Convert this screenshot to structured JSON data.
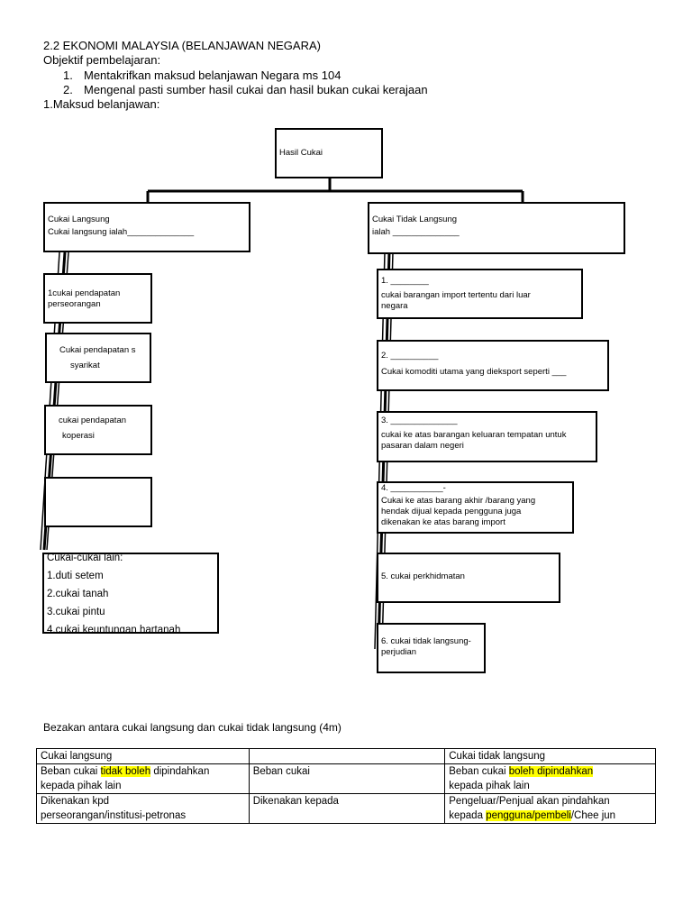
{
  "header": {
    "title": "2.2 EKONOMI MALAYSIA (BELANJAWAN NEGARA)",
    "objective_label": "Objektif pembelajaran:",
    "objectives": [
      {
        "num": "1.",
        "text": "Mentakrifkan maksud belanjawan Negara ms 104"
      },
      {
        "num": "2.",
        "text": "Mengenal pasti sumber hasil cukai dan hasil bukan cukai kerajaan"
      }
    ],
    "section1": "1.Maksud belanjawan:"
  },
  "diagram": {
    "root": "Hasil Cukai",
    "left": {
      "title": "Cukai Langsung",
      "subtitle": "Cukai langsung ialah______________",
      "items": [
        "1cukai pendapatan",
        "perseorangan",
        "Cukai pendapatan s",
        "syarikat",
        "cukai pendapatan",
        "koperasi",
        ""
      ],
      "other": {
        "title": "Cukai-cukai lain:",
        "items": [
          "1.duti setem",
          "2.cukai tanah",
          "3.cukai pintu",
          "4.cukai keuntungan hartanah"
        ]
      }
    },
    "right": {
      "title": "Cukai Tidak Langsung",
      "subtitle": "ialah ______________",
      "items": [
        {
          "l1": "1. ________",
          "l2": "cukai barangan import tertentu dari luar",
          "l3": "negara"
        },
        {
          "l1": "2. __________",
          "l2": "Cukai komoditi utama yang dieksport seperti ___",
          "l3": ""
        },
        {
          "l1": "3. ______________",
          "l2": "cukai ke atas barangan keluaran tempatan untuk",
          "l3": "pasaran dalam negeri"
        },
        {
          "l1": "4. ___________-",
          "l2": "Cukai ke atas barang akhir /barang yang",
          "l3": "hendak dijual kepada pengguna  juga",
          "l4": "dikenakan ke atas barang import"
        },
        {
          "l1": "5. cukai perkhidmatan",
          "l2": "",
          "l3": ""
        },
        {
          "l1": "6. cukai tidak langsung-",
          "l2": "perjudian",
          "l3": ""
        }
      ]
    }
  },
  "comparison": {
    "heading": "Bezakan antara cukai langsung dan cukai tidak langsung (4m)",
    "headers": [
      "Cukai langsung",
      "",
      "Cukai tidak langsung"
    ],
    "row1": {
      "c1_a": "Beban cukai ",
      "c1_hl": "tidak boleh",
      "c1_b": " dipindahkan",
      "c1_c": "kepada pihak lain",
      "c2": "Beban cukai",
      "c3_a": "Beban cukai ",
      "c3_hl": "boleh dipindahkan",
      "c3_b": "kepada pihak lain"
    },
    "row2": {
      "c1_a": "Dikenakan kpd",
      "c1_b": "perseorangan/institusi-petronas",
      "c2": "Dikenakan kepada",
      "c3_a": "Pengeluar/Penjual akan pindahkan",
      "c3_b": "kepada ",
      "c3_hl": "pengguna/pembeli",
      "c3_c": "/Chee jun"
    }
  }
}
